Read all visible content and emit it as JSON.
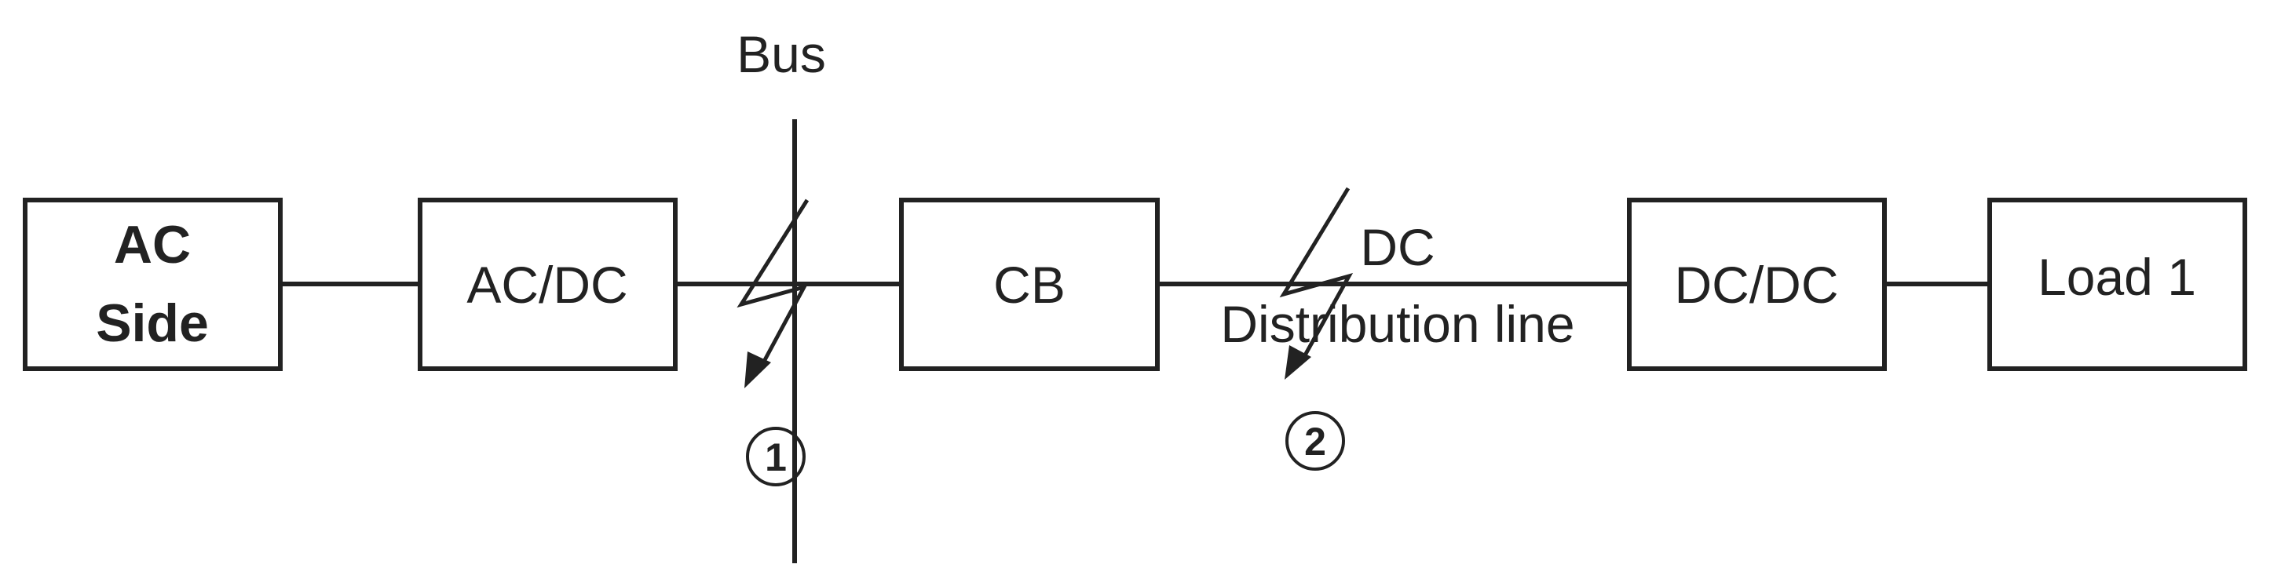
{
  "blocks": {
    "ac_side": {
      "line1": "AC",
      "line2": "Side"
    },
    "acdc": "AC/DC",
    "cb": "CB",
    "dcdc": "DC/DC",
    "load": "Load 1"
  },
  "labels": {
    "bus": "Bus",
    "dc_line_1": "DC",
    "dc_line_2": "Distribution line"
  },
  "faults": [
    {
      "id": "fault-1",
      "marker": "1"
    },
    {
      "id": "fault-2",
      "marker": "2"
    }
  ],
  "colors": {
    "stroke": "#222222",
    "background": "#ffffff"
  }
}
